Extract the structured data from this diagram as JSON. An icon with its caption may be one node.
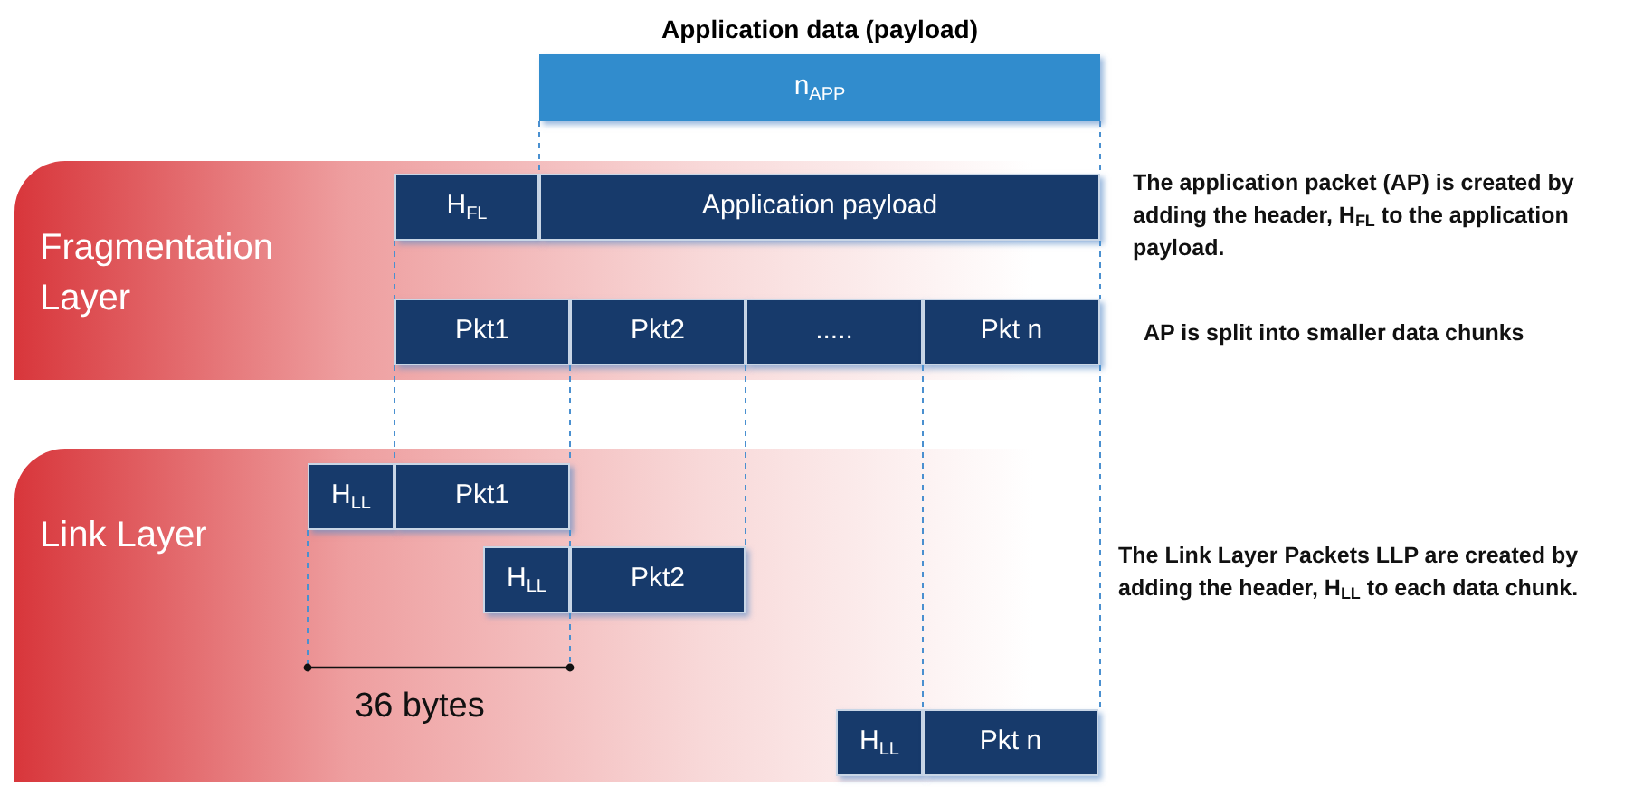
{
  "diagram": {
    "nodes": [
      {
        "text": [
          "Fragmentation Layer"
        ]
      },
      {
        "text": [
          "Application data (payload)",
          "n$_{APP}$"
        ]
      },
      {
        "text": [
          "H$_{FL}$"
        ],
        "in": 0
      },
      {
        "text": [
          "Application payload"
        ],
        "in": 0
      },
      {
        "text": [
          "Pkt1"
        ],
        "in": 0
      },
      {
        "text": [
          "Pkt2"
        ],
        "in": 0
      },
      {
        "text": [
          "....."
        ],
        "in": 0
      },
      {
        "text": [
          "Pkt n"
        ],
        "in": 0
      },
      {
        "text": [
          "Link Layer"
        ]
      },
      {
        "text": [
          "H$_{LL}$"
        ],
        "in": 8
      },
      {
        "text": [
          "Pkt1"
        ],
        "in": 8
      },
      {
        "text": [
          "H$_{LL}$"
        ],
        "in": 8
      },
      {
        "text": [
          "Pkt2"
        ],
        "in": 8
      },
      {
        "text": [
          "H$_{LL}$"
        ],
        "in": 8
      },
      {
        "text": [
          "Pkt n"
        ],
        "in": 8
      }
    ],
    "edges": [
      {
        "from": 1,
        "to": 3,
        "arrow": "none",
        "style": "dashed"
      },
      {
        "from": 1,
        "to": 3,
        "arrow": "none",
        "style": "dashed"
      },
      {
        "from": 2,
        "to": 4,
        "arrow": "none",
        "style": "dashed"
      },
      {
        "from": 3,
        "to": 7,
        "arrow": "none",
        "style": "dashed"
      },
      {
        "from": 4,
        "to": 10,
        "arrow": "none",
        "style": "dashed"
      },
      {
        "from": 5,
        "to": 10,
        "arrow": "none",
        "style": "dashed"
      },
      {
        "from": 10,
        "to": 12,
        "arrow": "none",
        "style": "dashed"
      },
      {
        "from": 6,
        "to": 12,
        "arrow": "none",
        "style": "dashed"
      },
      {
        "from": 6,
        "to": 13,
        "arrow": "none",
        "style": "dashed"
      },
      {
        "from": 7,
        "to": 14,
        "arrow": "none",
        "style": "dashed"
      }
    ],
    "labels": [
      "The application packet (AP) is created by adding the header, H$_{FL}$ to the application payload.",
      "AP is split into smaller data chunks",
      "The Link Layer Packets LLP are created by adding the header, H$_{LL}$ to each data chunk.",
      "36 bytes"
    ]
  }
}
